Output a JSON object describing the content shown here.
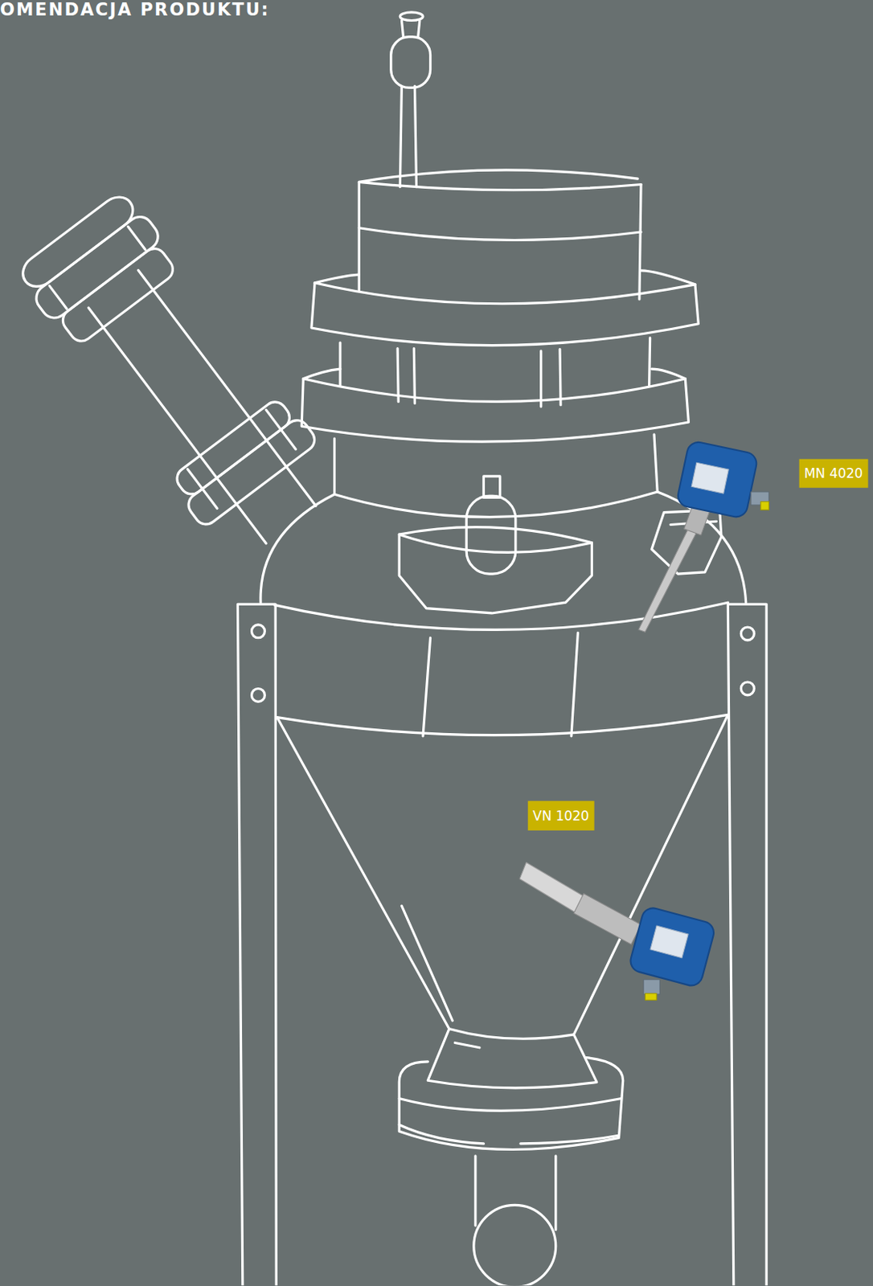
{
  "diagram": {
    "nodes": [
      {
        "text": [
          "MN 4020"
        ]
      },
      {
        "text": [
          "VN 1020"
        ]
      }
    ],
    "labels": [
      "OMENDACJA PRODUKTU:"
    ]
  }
}
